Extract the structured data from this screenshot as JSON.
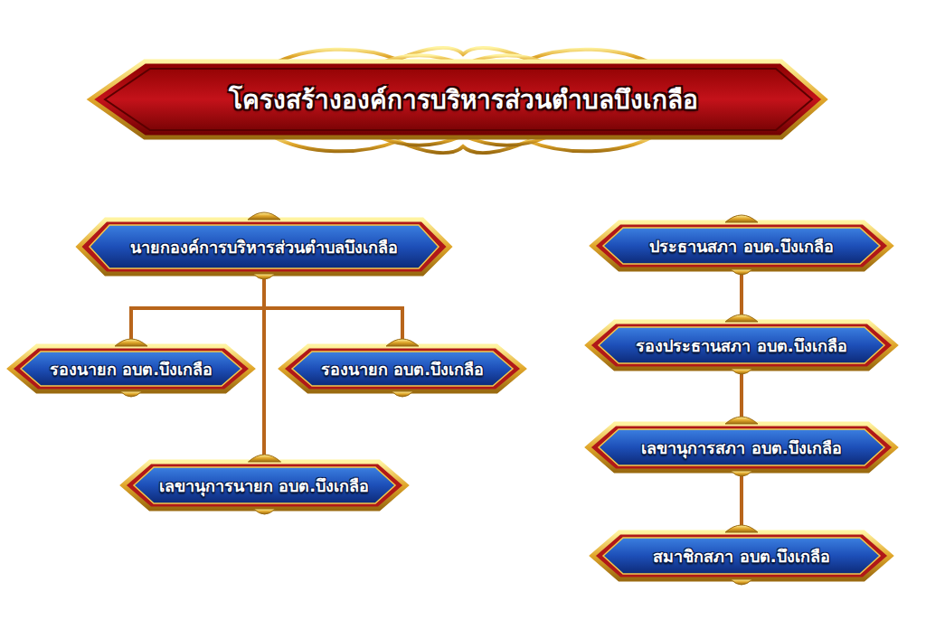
{
  "diagram": {
    "title": "โครงสร้างองค์การบริหารส่วนตำบลบึงเกลือ",
    "nodes": [
      {
        "text": [
          "นายกองค์การบริหารส่วนตำบลบึงเกลือ"
        ]
      },
      {
        "text": [
          "รองนายก อบต.บึงเกลือ"
        ]
      },
      {
        "text": [
          "รองนายก อบต.บึงเกลือ"
        ]
      },
      {
        "text": [
          "เลขานุการนายก อบต.บึงเกลือ"
        ]
      },
      {
        "text": [
          "ประธานสภา อบต.บึงเกลือ"
        ]
      },
      {
        "text": [
          "รองประธานสภา อบต.บึงเกลือ"
        ]
      },
      {
        "text": [
          "เลขานุการสภา อบต.บึงเกลือ"
        ]
      },
      {
        "text": [
          "สมาชิกสภา อบต.บึงเกลือ"
        ]
      }
    ],
    "edges": [
      {
        "from": 0,
        "to": 1,
        "arrow": "none"
      },
      {
        "from": 0,
        "to": 2,
        "arrow": "none"
      },
      {
        "from": 0,
        "to": 3,
        "arrow": "none"
      },
      {
        "from": 4,
        "to": 5,
        "arrow": "none"
      },
      {
        "from": 5,
        "to": 6,
        "arrow": "none"
      },
      {
        "from": 6,
        "to": 7,
        "arrow": "none"
      }
    ]
  }
}
